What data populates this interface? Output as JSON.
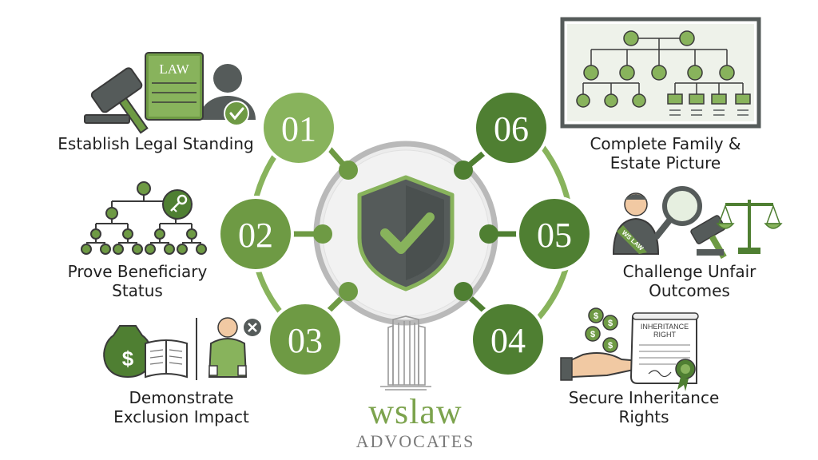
{
  "colors": {
    "dark_green": "#4f7f32",
    "light_green": "#88b35c",
    "leaf_green": "#6e9a44",
    "gray_dark": "#555b5a",
    "gray_ring": "#b9b9b9",
    "text": "#1f1f1f"
  },
  "center": {
    "icon": "shield-check-icon"
  },
  "steps": [
    {
      "number": "01",
      "lines": [
        "Establish Legal Standing"
      ],
      "icon": "law-book-gavel-person-icon",
      "icon_text": "LAW"
    },
    {
      "number": "02",
      "lines": [
        "Prove Beneficiary",
        "Status"
      ],
      "icon": "family-tree-key-icon"
    },
    {
      "number": "03",
      "lines": [
        "Demonstrate",
        "Exclusion Impact"
      ],
      "icon": "money-bag-book-empty-pockets-icon"
    },
    {
      "number": "04",
      "lines": [
        "Secure Inheritance",
        "Rights"
      ],
      "icon": "inheritance-right-document-hand-coins-icon",
      "icon_text": [
        "INHERITANCE",
        "RIGHT"
      ]
    },
    {
      "number": "05",
      "lines": [
        "Challenge Unfair",
        "Outcomes"
      ],
      "icon": "lawyer-magnifier-scales-icon",
      "icon_text": "WS LAW"
    },
    {
      "number": "06",
      "lines": [
        "Complete Family &",
        "Estate Picture"
      ],
      "icon": "estate-tree-board-icon"
    }
  ],
  "brand": {
    "name": "wslaw",
    "tagline": "ADVOCATES",
    "icon": "building-tower-icon"
  }
}
